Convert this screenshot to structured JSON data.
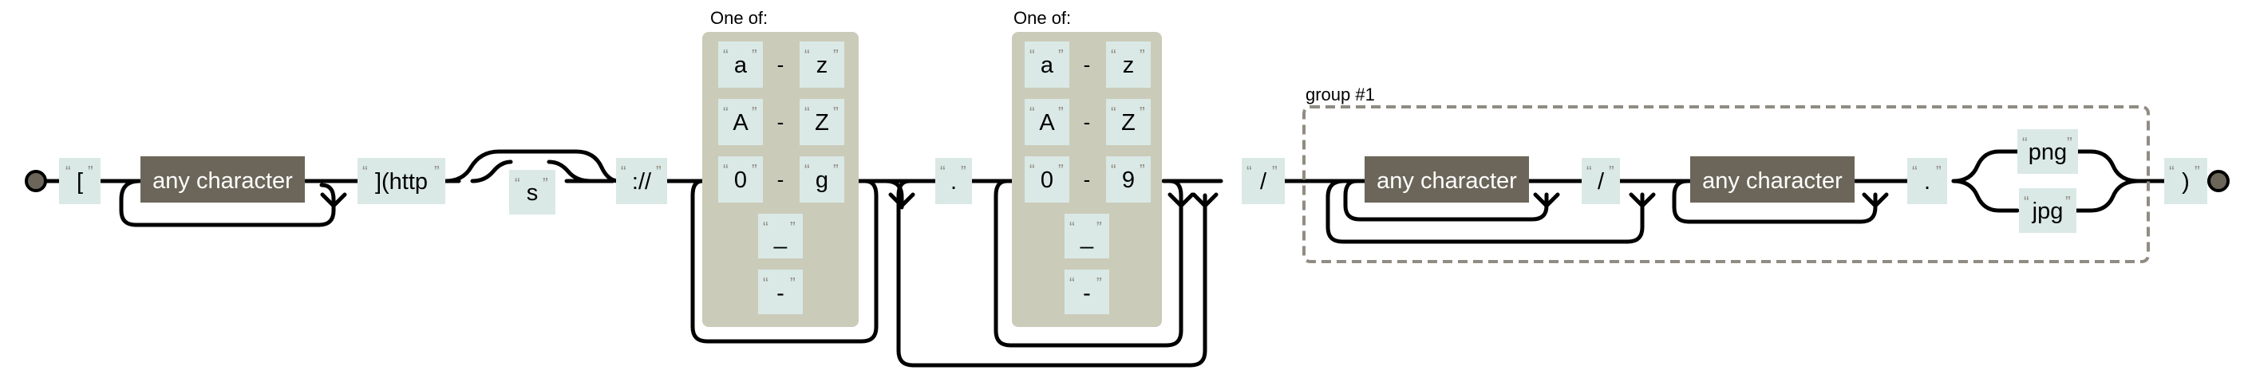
{
  "labels": {
    "one_of": "One of:",
    "group": "group #1",
    "any_character": "any character",
    "range_dash": "-"
  },
  "nodes": {
    "open_bracket": "[",
    "close_paren_http": "](http",
    "s": "s",
    "scheme_sep": "://",
    "dot1": ".",
    "slash": "/",
    "slash2": "/",
    "dot2": ".",
    "png": "png",
    "jpg": "jpg",
    "close_paren": ")"
  },
  "set1": {
    "ranges": [
      {
        "from": "a",
        "to": "z"
      },
      {
        "from": "A",
        "to": "Z"
      },
      {
        "from": "0",
        "to": "g"
      }
    ],
    "literals": [
      "_",
      "-"
    ]
  },
  "set2": {
    "ranges": [
      {
        "from": "a",
        "to": "z"
      },
      {
        "from": "A",
        "to": "Z"
      },
      {
        "from": "0",
        "to": "9"
      }
    ],
    "literals": [
      "_",
      "-"
    ]
  }
}
